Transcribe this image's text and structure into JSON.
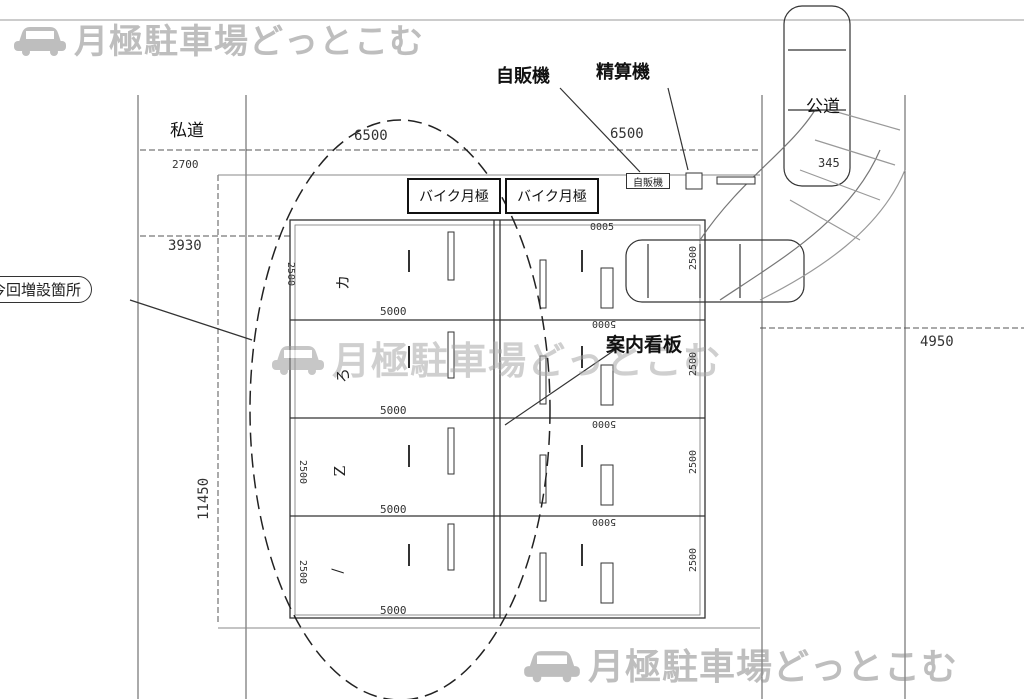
{
  "watermark": {
    "text": "月極駐車場どっとこむ",
    "icon": "car-icon"
  },
  "labels": {
    "private_road": "私道",
    "public_road": "公道",
    "vending_machine": "自販機",
    "payment_machine": "精算機",
    "vending_box": "自販機",
    "info_sign": "案内看板",
    "bike_left": "バイク月極",
    "bike_right": "バイク月極",
    "callout": "今回増設箇所"
  },
  "dimensions": {
    "width_left": "6500",
    "width_right": "6500",
    "d2700": "2700",
    "d3930": "3930",
    "d11450": "11450",
    "d4950": "4950",
    "d345": "345",
    "slot_len": "5000",
    "slot_len_bottom": "5000",
    "slot_width": "2500",
    "d0005": "0005"
  },
  "slots_left": [
    "カ",
    "ろ",
    "Z",
    "/"
  ]
}
